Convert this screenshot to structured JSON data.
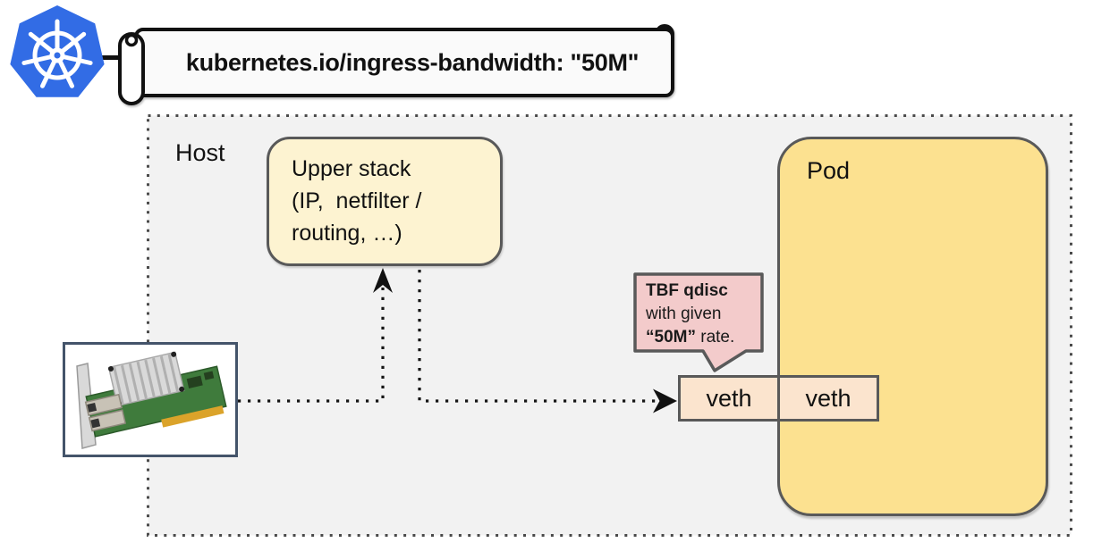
{
  "banner": {
    "annotation_text": "kubernetes.io/ingress-bandwidth: \"50M\""
  },
  "host": {
    "label": "Host"
  },
  "upper_stack": {
    "text": "Upper stack\n(IP,  netfilter /\nrouting, …)"
  },
  "pod": {
    "label": "Pod"
  },
  "veth": {
    "host_side_label": "veth",
    "pod_side_label": "veth"
  },
  "callout": {
    "title": "TBF qdisc",
    "line2": "with given",
    "rate_value": "“50M”",
    "rate_suffix": " rate."
  },
  "icons": {
    "kubernetes_logo": "kubernetes-helm-wheel-logo",
    "nic": "dual-port-network-interface-card-photo",
    "arrow_up": "dotted-arrow-nic-to-upper-stack",
    "arrow_right": "dotted-arrow-upper-stack-to-veth"
  },
  "colors": {
    "kubernetes_blue": "#326CE5",
    "host_fill": "#F2F2F2",
    "pod_fill": "#FCE190",
    "upper_stack_fill": "#FDF3D1",
    "veth_fill": "#FBE4CE",
    "callout_fill": "#F3CBCB",
    "box_border": "#595959",
    "nic_frame_border": "#44546A"
  }
}
